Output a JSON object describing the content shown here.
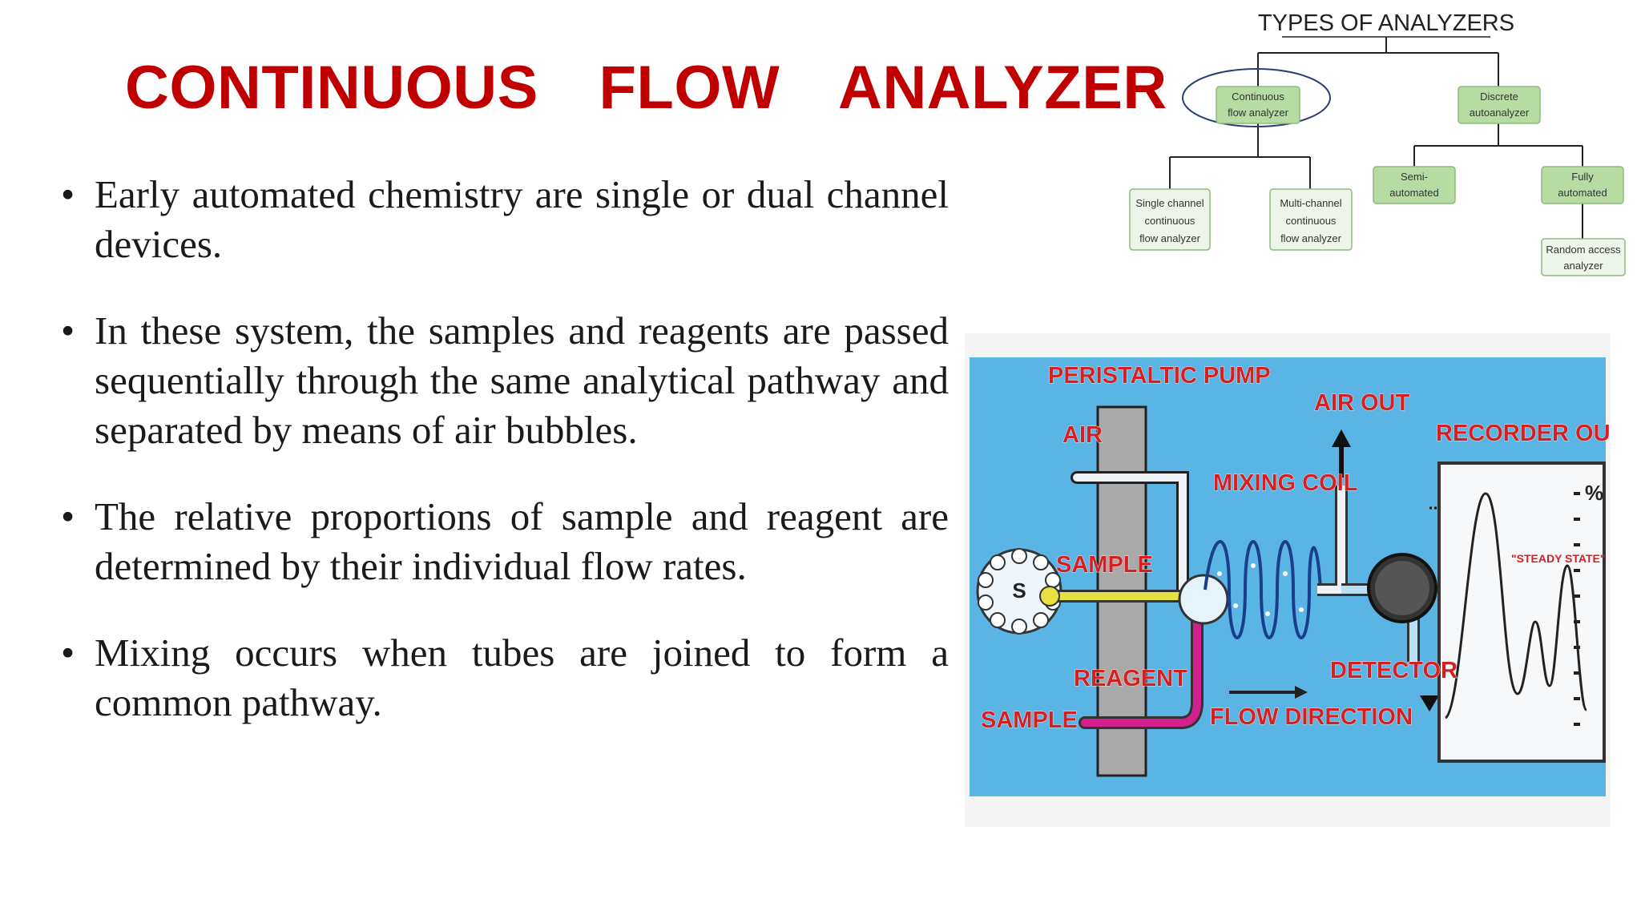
{
  "slide": {
    "title": "CONTINUOUS FLOW ANALYZER",
    "bullets": [
      "Early automated chemistry are single or dual channel devices.",
      "In these system, the samples and reagents are passed sequentially through the same analytical pathway and separated by means of air bubbles.",
      "The relative proportions of sample and reagent are determined by their individual flow rates.",
      "Mixing occurs when tubes are joined to form a common pathway."
    ]
  },
  "tree": {
    "title": "TYPES OF ANALYZERS",
    "continuous": [
      "Continuous",
      "flow analyzer"
    ],
    "discrete": [
      "Discrete",
      "autoanalyzer"
    ],
    "single": [
      "Single channel",
      "continuous",
      "flow analyzer"
    ],
    "multi": [
      "Multi-channel",
      "continuous",
      "flow analyzer"
    ],
    "semi": [
      "Semi-",
      "automated"
    ],
    "fully": [
      "Fully",
      "automated"
    ],
    "random": [
      "Random access",
      "analyzer"
    ]
  },
  "flow": {
    "peristaltic_pump": "PERISTALTIC PUMP",
    "air": "AIR",
    "sample_tube": "SAMPLE",
    "reagent": "REAGENT",
    "sampler_label": "SAMPLE",
    "sampler_center": "S",
    "mixing_coil": "MIXING COIL",
    "air_out": "AIR OUT",
    "detector": "DETECTOR",
    "flow_direction": "FLOW DIRECTION",
    "recorder_output": "RECORDER OUTPUT",
    "percent": "%",
    "steady_state": "\"STEADY STATE\""
  },
  "colors": {
    "title": "#c00000",
    "box_fill": "#b7dca2",
    "diagram_bg": "#5ab4e4",
    "diagram_text": "#d42020",
    "sample_line": "#e8e040",
    "reagent_line": "#d4208c"
  }
}
